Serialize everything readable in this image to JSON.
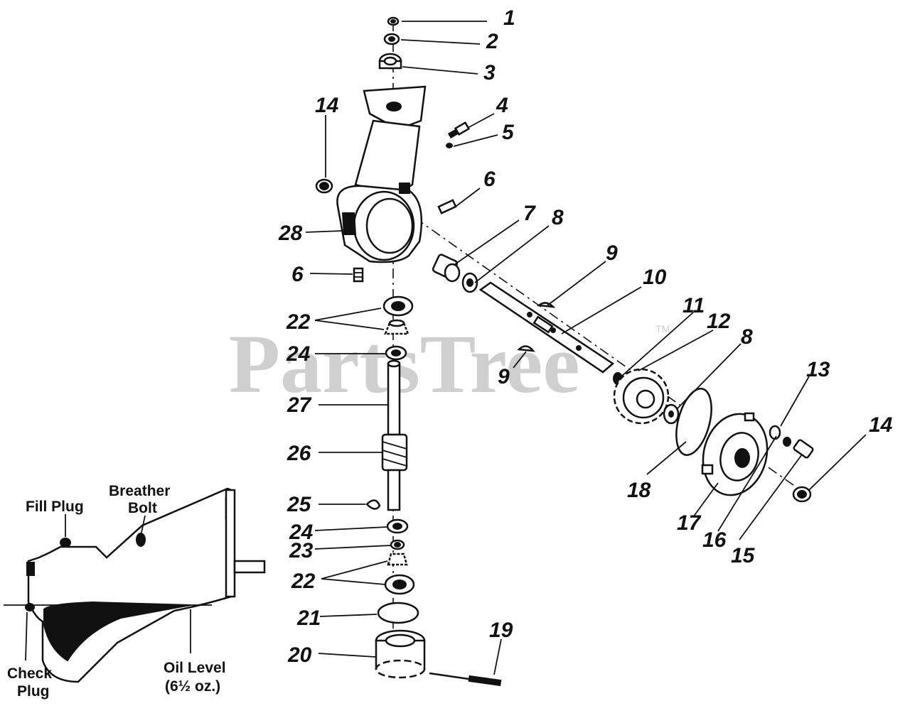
{
  "watermark": {
    "text": "PartsTree",
    "trademark": "TM"
  },
  "callouts": [
    "1",
    "2",
    "3",
    "4",
    "5",
    "6",
    "7",
    "8",
    "9",
    "10",
    "11",
    "12",
    "8",
    "9",
    "13",
    "14",
    "14",
    "15",
    "16",
    "17",
    "18",
    "19",
    "20",
    "21",
    "22",
    "23",
    "24",
    "25",
    "26",
    "27",
    "28",
    "6",
    "22",
    "24"
  ],
  "inset": {
    "fill_plug": "Fill Plug",
    "breather_line1": "Breather",
    "breather_line2": "Bolt",
    "check_line1": "Check",
    "check_line2": "Plug",
    "oil_line1": "Oil Level",
    "oil_line2": "(6½ oz.)"
  }
}
